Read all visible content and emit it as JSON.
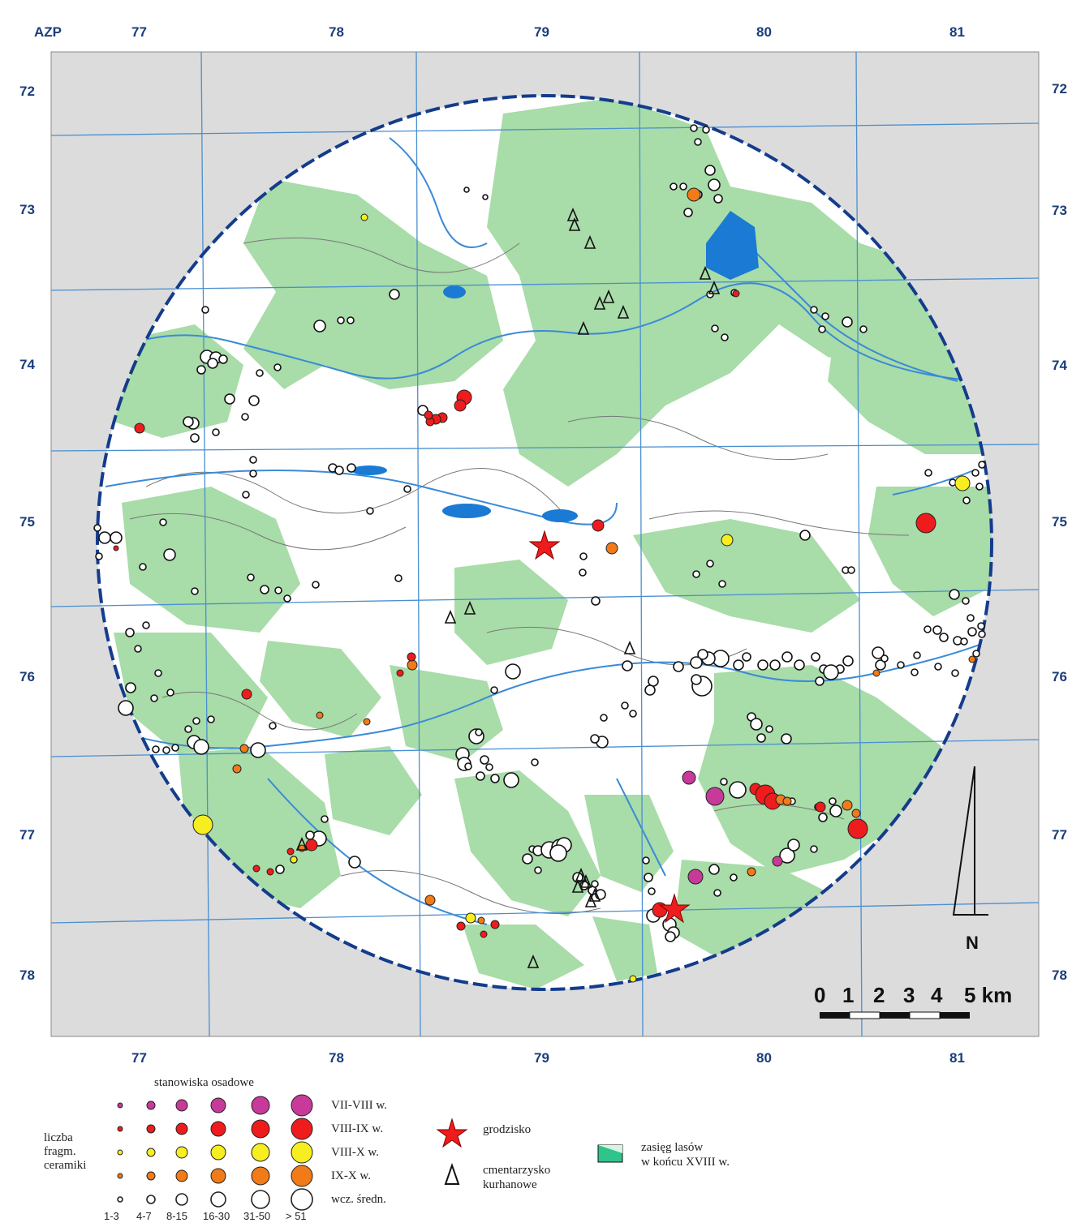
{
  "map": {
    "corner_label": "AZP",
    "columns": [
      "77",
      "78",
      "79",
      "80",
      "81"
    ],
    "rows": [
      "72",
      "73",
      "74",
      "75",
      "76",
      "77",
      "78"
    ],
    "colors": {
      "background_outside": "#dcdcdc",
      "forest": "#a8dca8",
      "water": "#1a7ad4",
      "grid": "#4a8fd0",
      "circle_boundary": "#143c8c",
      "contour": "#777777"
    }
  },
  "scale_bar": {
    "labels": [
      "0",
      "1",
      "2",
      "3",
      "4",
      "5 km"
    ]
  },
  "north_arrow": {
    "label": "N"
  },
  "legend": {
    "heading": "stanowiska osadowe",
    "y_axis_label": [
      "liczba",
      "fragm.",
      "ceramiki"
    ],
    "rows": [
      {
        "label": "VII-VIII w.",
        "color": "#c73a9a"
      },
      {
        "label": "VIII-IX w.",
        "color": "#ee1c1c"
      },
      {
        "label": "VIII-X w.",
        "color": "#f7ee20"
      },
      {
        "label": "IX-X w.",
        "color": "#f07b18"
      },
      {
        "label": "wcz. średn.",
        "color": "#ffffff"
      }
    ],
    "size_classes": [
      "1-3",
      "4-7",
      "8-15",
      "16-30",
      "31-50",
      "> 51"
    ],
    "symbols": {
      "hillfort": "grodzisko",
      "cemetery": [
        "cmentarzysko",
        "kurhanowe"
      ],
      "forest": [
        "zasięg lasów",
        "w końcu XVIII w."
      ]
    }
  }
}
